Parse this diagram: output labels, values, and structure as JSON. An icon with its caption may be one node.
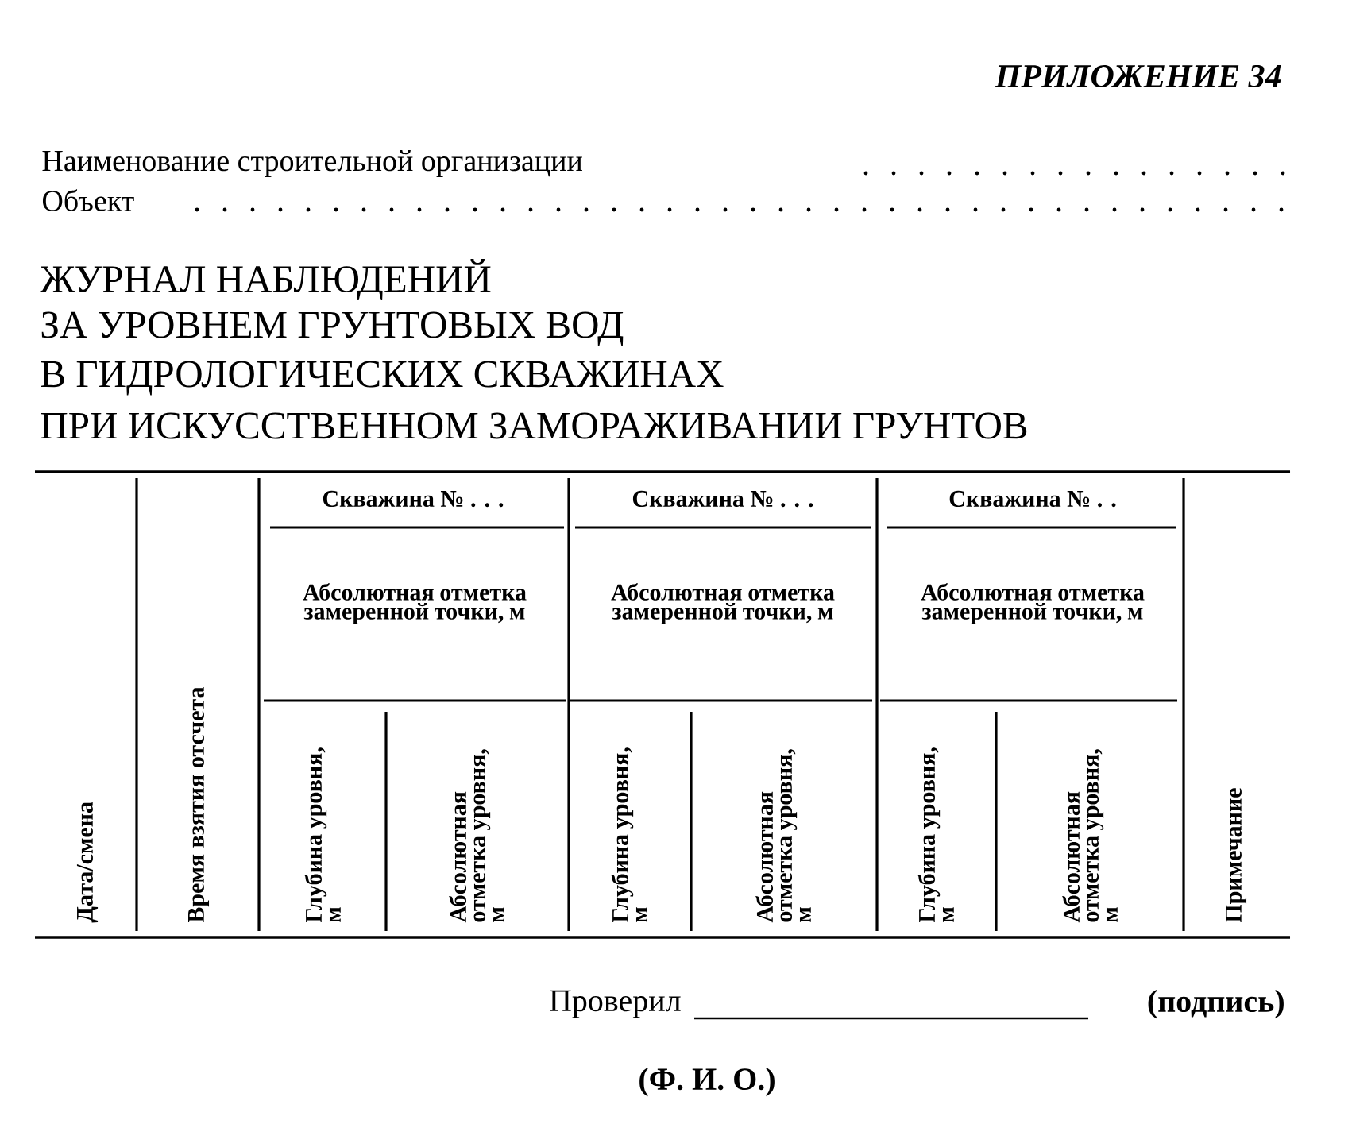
{
  "diagram": {
    "labels": [
      "ПРИЛОЖЕНИЕ 34",
      "Наименование строительной организации",
      "Объект",
      "ЖУРНАЛ НАБЛЮДЕНИЙ",
      "ЗА УРОВНЕМ ГРУНТОВЫХ ВОД",
      "В ГИДРОЛОГИЧЕСКИХ СКВАЖИНАХ",
      "ПРИ ИСКУССТВЕННОМ ЗАМОРАЖИВАНИИ ГРУНТОВ",
      "Дата/смена",
      "Время взятия отсчета",
      "Скважина № . . .",
      "Скважина № . . .",
      "Скважина № . .",
      "Примечание",
      "Абсолютная отметка замеренной точки, м",
      "Абсолютная отметка замеренной точки, м",
      "Абсолютная отметка замеренной точки, м",
      "Глубина уровня, м",
      "Абсолютная отметка уровня, м",
      "Глубина уровня, м",
      "Абсолютная отметка уровня, м",
      "Глубина уровня, м",
      "Абсолютная отметка уровня, м",
      "Проверил",
      "(подпись)",
      "(Ф. И. О.)"
    ]
  }
}
